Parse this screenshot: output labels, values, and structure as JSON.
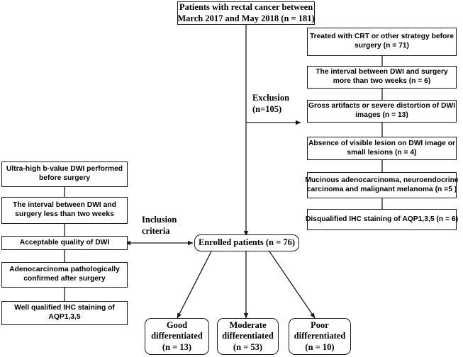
{
  "nodes": {
    "source": [
      "Patients with rectal cancer between",
      "March 2017 and  May 2018 (n = 181)"
    ],
    "exclusion_label": [
      "Exclusion",
      "(n=105)"
    ],
    "exclusions": [
      [
        "Treated with CRT or other strategy before",
        "surgery (n = 71)"
      ],
      [
        "The interval between DWI and surgery",
        "more than two weeks (n = 6)"
      ],
      [
        "Gross artifacts or severe distortion of DWI",
        "images (n = 13)"
      ],
      [
        "Absence of visible lesion on DWI image or",
        "small lesions  (n = 4)"
      ],
      [
        "Mucinous adenocarcinoma, neuroendocrine",
        "carcinoma and malignant melanoma (n =5 )"
      ],
      [
        "Disqualified IHC staining of AQP1,3,5 (n = 6)"
      ]
    ],
    "inclusion_label": [
      "Inclusion",
      "criteria"
    ],
    "inclusions": [
      [
        "Ultra-high b-value DWI performed",
        "before surgery"
      ],
      [
        "The interval between DWI and",
        "surgery less than two weeks"
      ],
      [
        "Acceptable quality of DWI"
      ],
      [
        "Adenocarcinoma pathologically",
        "confirmed after surgery"
      ],
      [
        "Well qualified IHC staining of",
        "AQP1,3,5"
      ]
    ],
    "enrolled": [
      "Enrolled patients  (n = 76)"
    ],
    "outcomes": [
      [
        "Good",
        "differentiated",
        "(n = 13)"
      ],
      [
        "Moderate",
        "differentiated",
        "(n = 53)"
      ],
      [
        "Poor",
        "differentiated",
        "(n = 10)"
      ]
    ]
  },
  "colors": {
    "line": "#1a1a1a",
    "box_border": "#1a1a1a",
    "text": "#000000",
    "background": "#ffffff"
  }
}
